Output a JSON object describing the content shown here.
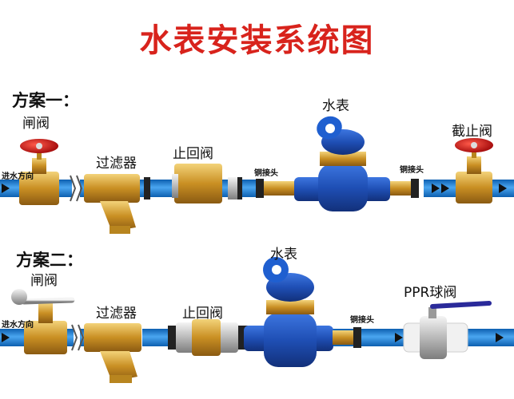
{
  "title": "水表安装系统图",
  "plan1": {
    "heading": "方案一：",
    "gate_valve": "闸阀",
    "flow_direction": "进水方向",
    "filter": "过滤器",
    "check_valve": "止回阀",
    "copper_joint_left": "铜接头",
    "meter": "水表",
    "copper_joint_right": "铜接头",
    "stop_valve": "截止阀"
  },
  "plan2": {
    "heading": "方案二：",
    "gate_valve": "闸阀",
    "flow_direction": "进水方向",
    "filter": "过滤器",
    "check_valve": "止回阀",
    "meter": "水表",
    "copper_joint": "铜接头",
    "ppr_ball_valve": "PPR球阀"
  },
  "colors": {
    "title": "#d8231c",
    "pipe": "#1a7fd6",
    "brass": "#d9a93a",
    "meter_blue": "#1f4fb5",
    "handle_red": "#cc1a1a"
  }
}
